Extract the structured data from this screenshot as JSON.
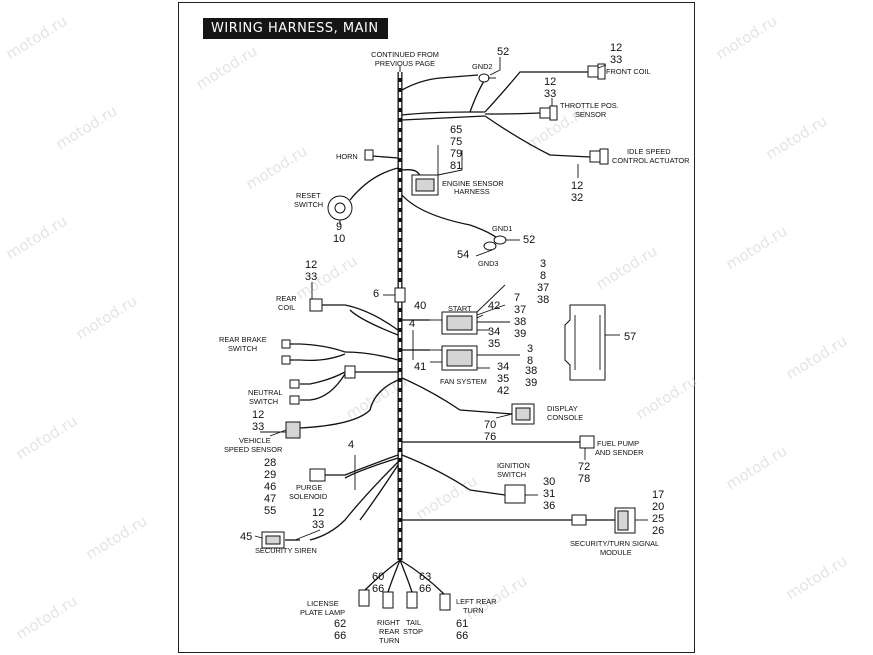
{
  "title": "WIRING HARNESS, MAIN",
  "watermark": "motod.ru",
  "labels": {
    "continued_line1": "CONTINUED FROM",
    "continued_line2": "PREVIOUS PAGE",
    "gnd2": "GND2",
    "front_coil": "FRONT COIL",
    "throttle_line1": "THROTTLE POS.",
    "throttle_line2": "SENSOR",
    "idle_line1": "IDLE SPEED",
    "idle_line2": "CONTROL ACTUATOR",
    "horn": "HORN",
    "reset_line1": "RESET",
    "reset_line2": "SWITCH",
    "engine_line1": "ENGINE SENSOR",
    "engine_line2": "HARNESS",
    "gnd1": "GND1",
    "gnd3": "GND3",
    "rear_coil_line1": "REAR",
    "rear_coil_line2": "COIL",
    "start": "START",
    "rear_brake_line1": "REAR BRAKE",
    "rear_brake_line2": "SWITCH",
    "fan_system": "FAN SYSTEM",
    "neutral_line1": "NEUTRAL",
    "neutral_line2": "SWITCH",
    "display_line1": "DISPLAY",
    "display_line2": "CONSOLE",
    "vss_line1": "VEHICLE",
    "vss_line2": "SPEED SENSOR",
    "fuel_line1": "FUEL PUMP",
    "fuel_line2": "AND SENDER",
    "purge_line1": "PURGE",
    "purge_line2": "SOLENOID",
    "ignition_line1": "IGNITION",
    "ignition_line2": "SWITCH",
    "security_siren": "SECURITY SIREN",
    "security_module_line1": "SECURITY/TURN SIGNAL",
    "security_module_line2": "MODULE",
    "license_line1": "LICENSE",
    "license_line2": "PLATE LAMP",
    "left_rear_line1": "LEFT REAR",
    "left_rear_line2": "TURN",
    "right_rear_line1": "RIGHT",
    "right_rear_line2": "REAR",
    "right_rear_line3": "TURN",
    "tail_line1": "TAIL",
    "tail_line2": "STOP"
  },
  "callouts": {
    "gnd2_ref": "52",
    "front_coil_refs": [
      "12",
      "33"
    ],
    "throttle_refs": [
      "12",
      "33"
    ],
    "engine_refs": [
      "65",
      "75",
      "79",
      "81"
    ],
    "idle_refs": [
      "12",
      "32"
    ],
    "reset_refs": [
      "9",
      "10"
    ],
    "gnd1_ref": "52",
    "gnd3_ref": "54",
    "rear_coil_refs": [
      "12",
      "33"
    ],
    "bundle_ref": "6",
    "start_refs": [
      "3",
      "8",
      "37",
      "38"
    ],
    "start_left_ref": "40",
    "relay_mid_ref": "42",
    "relay_mid_refs": [
      "7",
      "37",
      "38",
      "39"
    ],
    "ref_4_upper": "4",
    "relay_pair_refs": [
      "34",
      "35"
    ],
    "fan_refs": [
      "3",
      "8"
    ],
    "fan_left_ref": "41",
    "fan_lower_refs": [
      "34",
      "35",
      "42"
    ],
    "fan_right_refs": [
      "38",
      "39"
    ],
    "console_ref": "57",
    "vss_refs": [
      "12",
      "33"
    ],
    "display_refs": [
      "70",
      "76"
    ],
    "ref_4_lower": "4",
    "fuel_refs": [
      "72",
      "78"
    ],
    "purge_refs": [
      "28",
      "29",
      "46",
      "47",
      "55"
    ],
    "ignition_refs": [
      "30",
      "31",
      "36"
    ],
    "module_refs": [
      "17",
      "20",
      "25",
      "26"
    ],
    "siren_left_ref": "45",
    "siren_refs": [
      "12",
      "33"
    ],
    "right_rear_refs": [
      "60",
      "66"
    ],
    "tail_refs": [
      "63",
      "66"
    ],
    "license_refs": [
      "62",
      "66"
    ],
    "left_rear_refs": [
      "61",
      "66"
    ]
  }
}
